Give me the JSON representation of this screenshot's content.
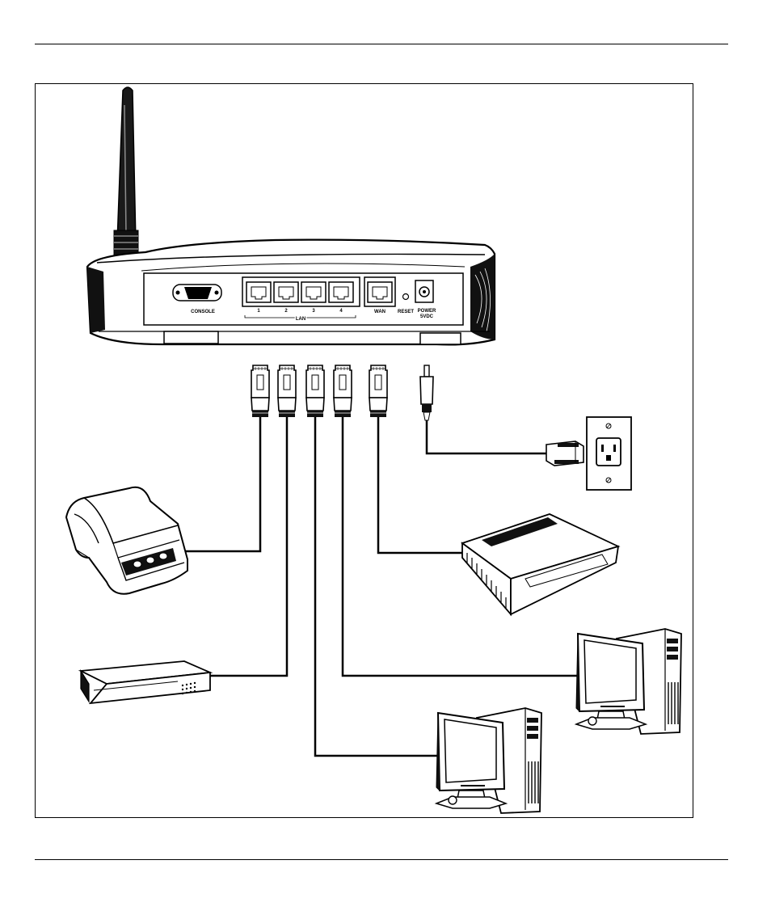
{
  "router": {
    "labels": {
      "console": "CONSOLE",
      "lan": "LAN",
      "lan_ports": [
        "1",
        "2",
        "3",
        "4"
      ],
      "wan": "WAN",
      "reset": "RESET",
      "power_line1": "POWER",
      "power_line2": "5VDC"
    }
  },
  "devices": [
    "printer",
    "switch",
    "computer",
    "computer",
    "modem",
    "power-adapter",
    "wall-outlet"
  ]
}
